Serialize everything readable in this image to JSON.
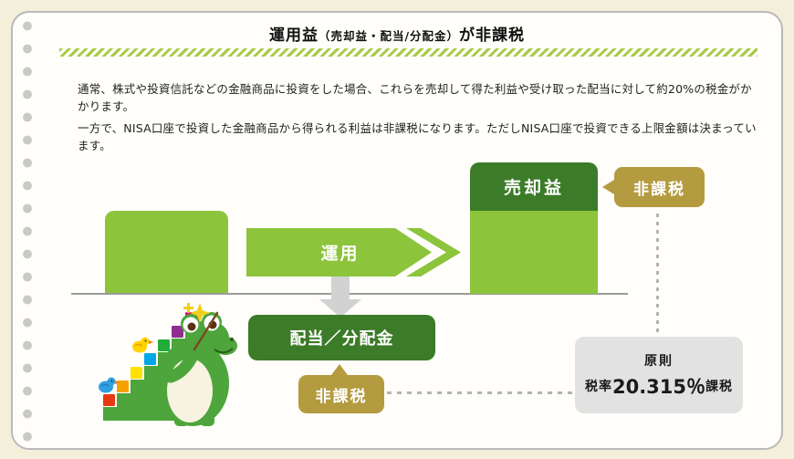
{
  "header": {
    "title_main": "運用益",
    "title_paren": "（売却益・配当/分配金）",
    "title_suffix": "が非課税"
  },
  "paragraphs": [
    "通常、株式や投資信託などの金融商品に投資をした場合、これらを売却して得た利益や受け取った配当に対して約20%の税金がかかります。",
    "一方で、NISA口座で投資した金融商品から得られる利益は非課税になります。ただしNISA口座で投資できる上限金額は決まっています。"
  ],
  "diagram": {
    "operation_label": "運用",
    "capital_gain_label": "売却益",
    "dividend_label": "配当／分配金",
    "tax_free_top": "非課税",
    "tax_free_bottom": "非課税",
    "tax_box": {
      "line1": "原則",
      "prefix": "税率",
      "value": "20.315％",
      "suffix": "課税"
    }
  },
  "icons": {
    "mascot": "crocodile-mascot-with-pointer",
    "birds": [
      "yellow-bird",
      "blue-bird"
    ],
    "sparkle": "sparkle-star"
  },
  "colors": {
    "background": "#f4efdb",
    "card": "#fffefa",
    "card_border": "#b9b9b9",
    "accent_green": "#8cc43c",
    "dark_green": "#3c7b28",
    "mascot_green": "#4da53c",
    "gold_badge": "#b49b40",
    "gray_box": "#e2e2e2",
    "stripe_green": "#a7ca43",
    "gray_arrow": "#d2d2d2"
  }
}
